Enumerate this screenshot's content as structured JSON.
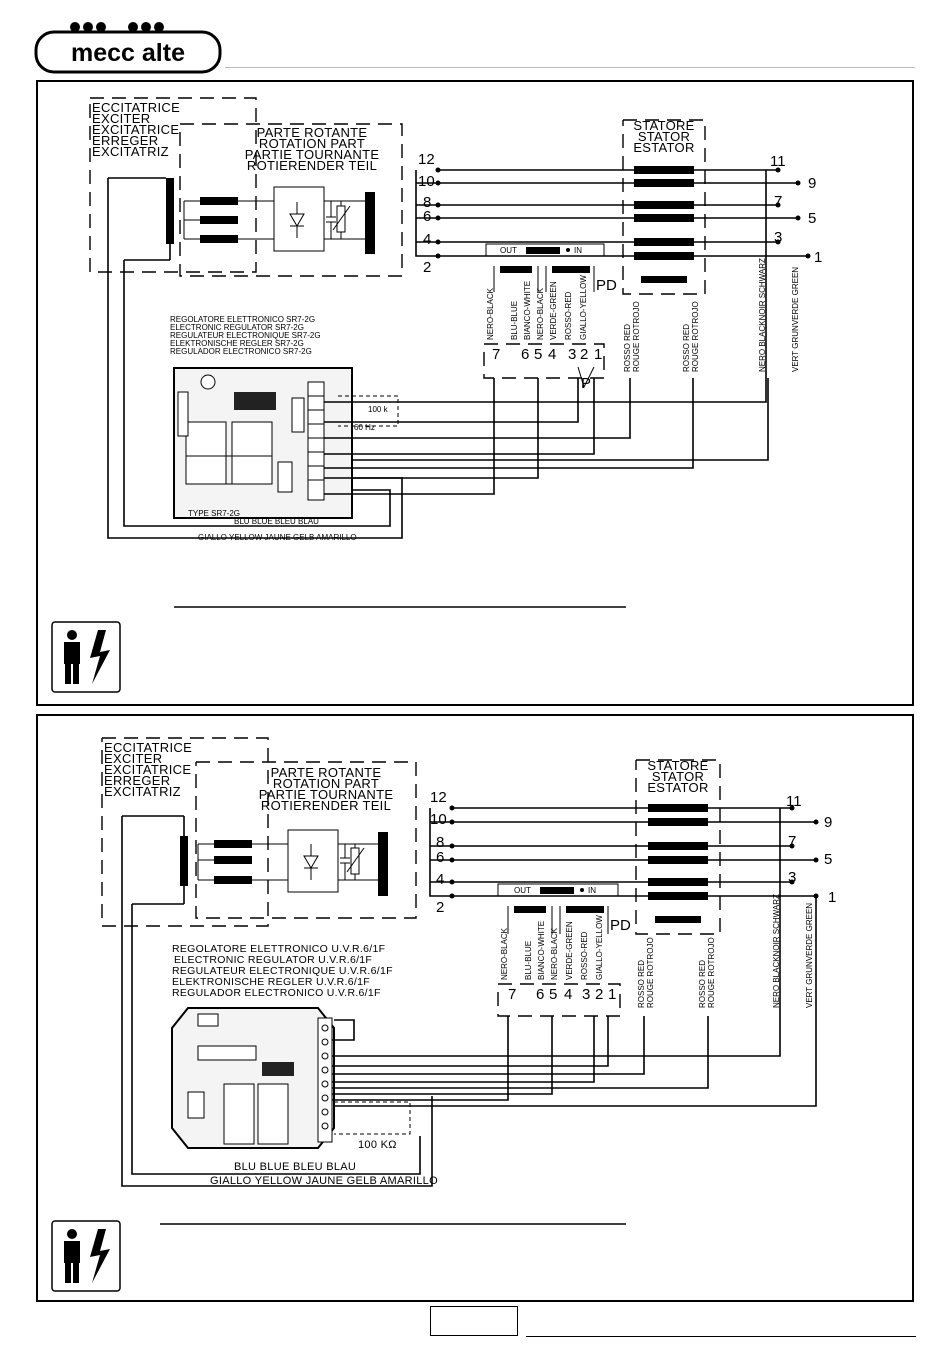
{
  "brand": {
    "name": "mecc alte"
  },
  "diagrams": [
    {
      "exciter_labels": [
        "ECCITATRICE",
        "EXCITER",
        "EXCITATRICE",
        "ERREGER",
        "EXCITATRIZ"
      ],
      "rotating_labels": [
        "PARTE ROTANTE",
        "ROTATION PART",
        "PARTIE TOURNANTE",
        "ROTIERENDER TEIL"
      ],
      "stator_labels": [
        "STATORE",
        "STATOR",
        "ESTATOR"
      ],
      "terminals": {
        "t12": "12",
        "t10": "10",
        "t8": "8",
        "t6": "6",
        "t4": "4",
        "t2": "2",
        "t11": "11",
        "t9": "9",
        "t7": "7",
        "t5": "5",
        "t3": "3",
        "t1": "1"
      },
      "out_label": "OUT",
      "in_label": "IN",
      "pd_label": "PD",
      "p_label": "P",
      "wire_labels": [
        "NERO-BLACK",
        "BLU-BLUE",
        "BIANCO-WHITE",
        "NERO-BLACK",
        "VERDE-GREEN",
        "ROSSO-RED",
        "GIALLO-YELLOW"
      ],
      "connector_pins": [
        "7",
        "6",
        "5",
        "4",
        "3",
        "2",
        "1"
      ],
      "output_wire_labels": [
        {
          "a": "ROSSO RED",
          "b": "ROUGE ROTROJO"
        },
        {
          "a": "ROSSO RED",
          "b": "ROUGE ROTROJO"
        },
        {
          "a": "NERO BLACKNOIR SCHWARZ",
          "b": ""
        },
        {
          "a": "VERT GRUNVERDE GREEN",
          "b": ""
        }
      ],
      "regulator_labels": [
        "REGOLATORE ELETTRONICO SR7-2G",
        "ELECTRONIC REGULATOR SR7-2G",
        "REGULATEUR ELECTRONIQUE SR7-2G",
        "ELEKTRONISCHE REGLER SR7-2G",
        "REGULADOR ELECTRONICO SR7-2G"
      ],
      "pot_label": "100 k",
      "freq_label": "60 Hz",
      "board_model": "TYPE SR7-2G",
      "blue_wire_label": "BLU BLUE BLEU BLAU",
      "yellow_wire_label": "GIALLO YELLOW JAUNE GELB AMARILLO"
    },
    {
      "exciter_labels": [
        "ECCITATRICE",
        "EXCITER",
        "EXCITATRICE",
        "ERREGER",
        "EXCITATRIZ"
      ],
      "rotating_labels": [
        "PARTE ROTANTE",
        "ROTATION PART",
        "PARTIE TOURNANTE",
        "ROTIERENDER TEIL"
      ],
      "stator_labels": [
        "STATORE",
        "STATOR",
        "ESTATOR"
      ],
      "terminals": {
        "t12": "12",
        "t10": "10",
        "t8": "8",
        "t6": "6",
        "t4": "4",
        "t2": "2",
        "t11": "11",
        "t9": "9",
        "t7": "7",
        "t5": "5",
        "t3": "3",
        "t1": "1"
      },
      "out_label": "OUT",
      "in_label": "IN",
      "pd_label": "PD",
      "wire_labels": [
        "NERO-BLACK",
        "BLU-BLUE",
        "BIANCO-WHITE",
        "NERO-BLACK",
        "VERDE-GREEN",
        "ROSSO-RED",
        "GIALLO-YELLOW"
      ],
      "connector_pins": [
        "7",
        "6",
        "5",
        "4",
        "3",
        "2",
        "1"
      ],
      "output_wire_labels": [
        {
          "a": "ROSSO RED",
          "b": "ROUGE ROTROJO"
        },
        {
          "a": "ROSSO RED",
          "b": "ROUGE ROTROJO"
        },
        {
          "a": "NERO BLACKNOIR SCHWARZ",
          "b": ""
        },
        {
          "a": "VERT GRUNVERDE GREEN",
          "b": ""
        }
      ],
      "regulator_labels": [
        "REGOLATORE ELETTRONICO U.V.R.6/1F",
        "ELECTRONIC REGULATOR U.V.R.6/1F",
        "REGULATEUR ELECTRONIQUE U.V.R.6/1F",
        "ELEKTRONISCHE REGLER U.V.R.6/1F",
        "REGULADOR ELECTRONICO U.V.R.6/1F"
      ],
      "pot_label": "100 KΩ",
      "blue_wire_label": "BLU BLUE BLEU BLAU",
      "yellow_wire_label": "GIALLO YELLOW JAUNE GELB AMARILLO"
    }
  ]
}
